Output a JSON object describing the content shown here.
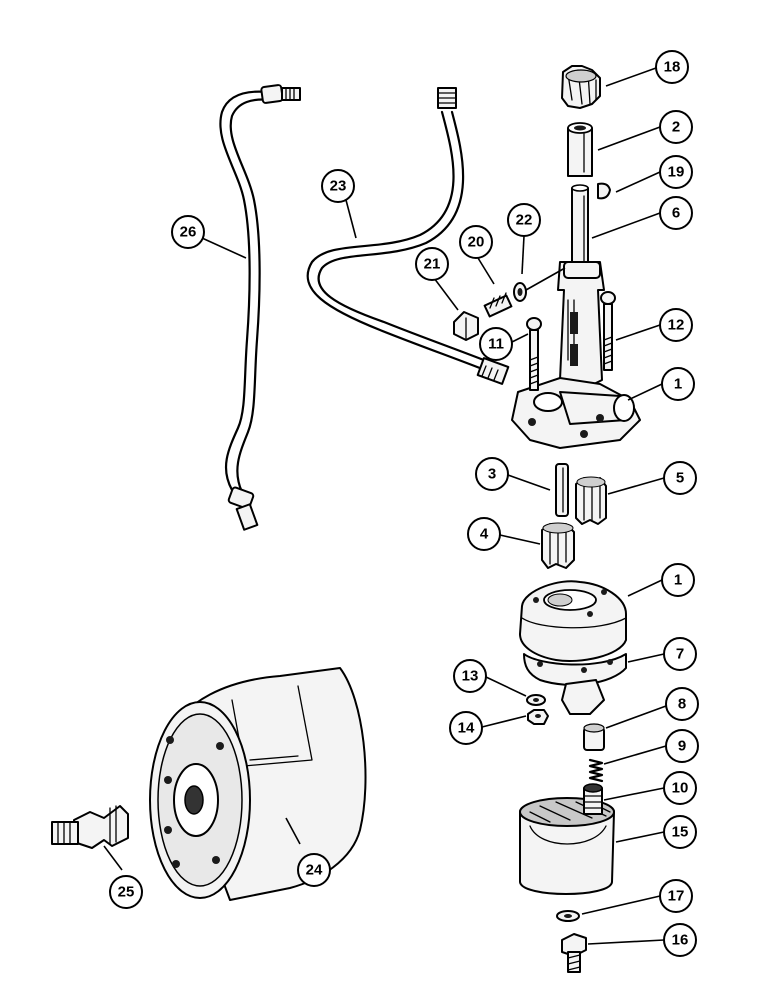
{
  "figure": {
    "callouts": [
      {
        "id": "c18",
        "label": "18"
      },
      {
        "id": "c2",
        "label": "2"
      },
      {
        "id": "c19",
        "label": "19"
      },
      {
        "id": "c6",
        "label": "6"
      },
      {
        "id": "c23",
        "label": "23"
      },
      {
        "id": "c26",
        "label": "26"
      },
      {
        "id": "c20",
        "label": "20"
      },
      {
        "id": "c22",
        "label": "22"
      },
      {
        "id": "c21",
        "label": "21"
      },
      {
        "id": "c12",
        "label": "12"
      },
      {
        "id": "c11",
        "label": "11"
      },
      {
        "id": "c1a",
        "label": "1"
      },
      {
        "id": "c3",
        "label": "3"
      },
      {
        "id": "c5",
        "label": "5"
      },
      {
        "id": "c4",
        "label": "4"
      },
      {
        "id": "c1b",
        "label": "1"
      },
      {
        "id": "c7",
        "label": "7"
      },
      {
        "id": "c13",
        "label": "13"
      },
      {
        "id": "c8",
        "label": "8"
      },
      {
        "id": "c14",
        "label": "14"
      },
      {
        "id": "c9",
        "label": "9"
      },
      {
        "id": "c10",
        "label": "10"
      },
      {
        "id": "c15",
        "label": "15"
      },
      {
        "id": "c24",
        "label": "24"
      },
      {
        "id": "c25",
        "label": "25"
      },
      {
        "id": "c17",
        "label": "17"
      },
      {
        "id": "c16",
        "label": "16"
      }
    ]
  }
}
